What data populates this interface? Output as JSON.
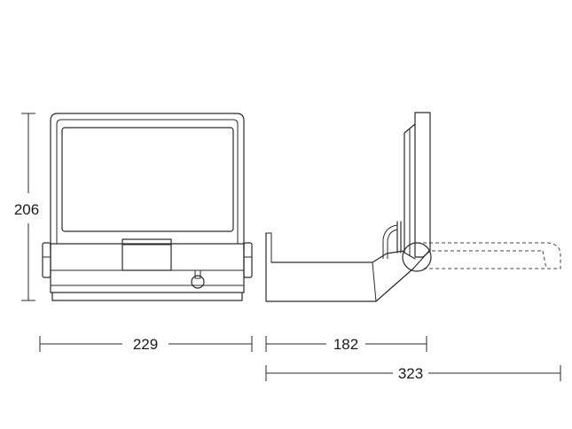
{
  "dimensions": {
    "height": "206",
    "front_width": "229",
    "side_depth": "182",
    "side_depth_tilted": "323"
  },
  "colors": {
    "line": "#2a2a2a",
    "background": "#ffffff"
  }
}
